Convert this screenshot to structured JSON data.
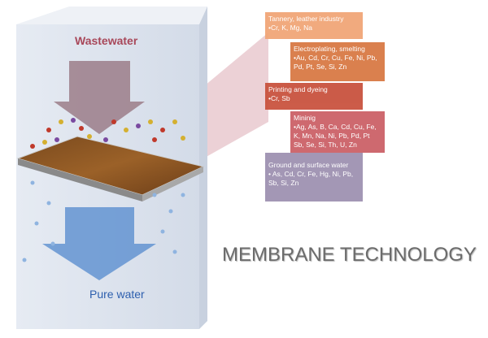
{
  "labels": {
    "wastewater": "Wastewater",
    "pure_water": "Pure water"
  },
  "title": "MEMBRANE TECHNOLOGY",
  "sources": [
    {
      "name": "Tannery, leather industry",
      "elements": "•Cr, K, Mg, Na",
      "color": "#f1a678"
    },
    {
      "name": "Electroplating, smelting",
      "elements": "•Au, Cd, Cr, Cu, Fe, Ni, Pb, Pd, Pt, Se, Si, Zn",
      "color": "#d97a45"
    },
    {
      "name": "Printing and dyeing",
      "elements": "•Cr, Sb",
      "color": "#c9533f"
    },
    {
      "name": "Mininig",
      "elements": "•Ag, As, B, Ca, Cd, Cu, Fe, K, Mn, Na, Ni, Pb, Pd, Pt Sb, Se, Si, Th, U, Zn",
      "color": "#cc6268"
    },
    {
      "name": "Ground and surface water",
      "elements": "• As, Cd, Cr, Fe, Hg, Ni, Pb, Sb, Si, Zn",
      "color": "#9f92b2"
    }
  ]
}
